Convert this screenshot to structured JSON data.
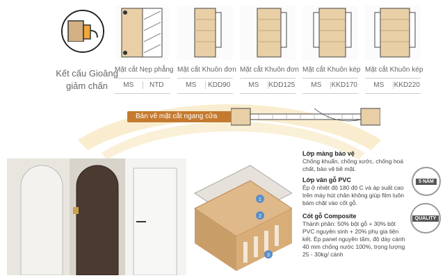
{
  "heading": {
    "line1": "Kết cấu Gioăng",
    "line2": "giảm chấn"
  },
  "columns": [
    {
      "label": "Mặt cắt Nẹp phẳng",
      "code_left": "MS",
      "code_right": "NTD"
    },
    {
      "label": "Mặt cắt Khuôn đơn",
      "code_left": "MS",
      "code_right": "KDD90"
    },
    {
      "label": "Mặt cắt Khuôn đơn",
      "code_left": "MS",
      "code_right": "KDD125"
    },
    {
      "label": "Mặt cắt Khuôn kép",
      "code_left": "MS",
      "code_right": "KKD170"
    },
    {
      "label": "Mặt cắt Khuôn kép",
      "code_left": "MS",
      "code_right": "KKD220"
    }
  ],
  "banner": "Bản vẽ mặt cắt ngang cửa",
  "layers": [
    {
      "title": "Lớp màng bảo vệ",
      "text": "Chống khuẩn, chống xước, chống hoá chất, bảo vệ bề mặt."
    },
    {
      "title": "Lớp vân gỗ PVC",
      "text": "Ép ở nhiệt độ 180 độ C và áp suất cao trên máy hút chân không giúp film luôn bám chặt vào cốt gỗ."
    },
    {
      "title": "Cốt gỗ Composite",
      "text": "Thành phần: 50% bột gỗ + 30% bột PVC nguyên sinh + 20% phụ gia liên kết. Ép panel nguyên tấm, độ dày cánh 40 mm chống nước 100%, trọng lượng 25 - 30kg/ cánh"
    }
  ],
  "layer_numbers": [
    "1",
    "2",
    "3"
  ],
  "badges": {
    "warranty": "5 NĂM",
    "quality": "QUALITY"
  },
  "colors": {
    "accent": "#c57a2f",
    "wood": "#e0b98a",
    "dark_door": "#4a3a30"
  }
}
